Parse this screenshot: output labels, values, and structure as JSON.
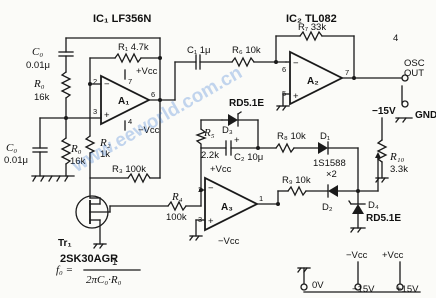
{
  "title": {
    "ic1": "IC₁ LF356N",
    "ic2": "IC₂ TL082",
    "corner_number": "4"
  },
  "components": {
    "C0": "C₀",
    "C0_val": "0.01μ",
    "R0": "R₀",
    "R0_val": "16k",
    "C0b": "C₀",
    "C0b_val": "0.01μ",
    "R0b": "R₀",
    "R0b_val": "16k",
    "R1": "R₁ 4.7k",
    "R2": "R₂",
    "R2_val": "1k",
    "R3": "R₃ 100k",
    "R4": "R₄",
    "R4_val": "100k",
    "C1": "C₁ 1μ",
    "R6": "R₆ 10k",
    "R7": "R₇ 33k",
    "D3_type": "RD5.1E",
    "D3": "D₃",
    "R5": "R₅",
    "R5_val": "2.2k",
    "C2": "C₂ 10μ",
    "R8": "R₈ 10k",
    "D1": "D₁",
    "diode_type": "1S1588",
    "diode_count": "×2",
    "R9": "R₉ 10k",
    "D2": "D₂",
    "D4": "D₄",
    "D4_type": "RD5.1E",
    "R10": "R₁₀",
    "R10_val": "3.3k",
    "Tr1": "Tr₁",
    "Tr1_type": "2SK30AGR"
  },
  "opamps": {
    "A1": "A₁",
    "A2": "A₂",
    "A3": "A₃",
    "A1_pins": [
      "2",
      "3",
      "6",
      "7",
      "4"
    ],
    "A2_pins": [
      "6",
      "5",
      "7"
    ],
    "A3_pins": [
      "2",
      "1",
      "3"
    ]
  },
  "supplies": {
    "vcc": "+Vcc",
    "neg_vcc": "−Vcc",
    "minus15": "−15V",
    "gnd": "GND",
    "zero": "0V",
    "minus15b": "−15V",
    "plus15": "+15V"
  },
  "terminals": {
    "osc_out_1": "OSC",
    "osc_out_2": "OUT"
  },
  "formula": {
    "lhs": "f₀ =",
    "numerator": "1",
    "denominator": "2πC₀·R₀"
  },
  "watermark": "www.eeworld.com.cn"
}
